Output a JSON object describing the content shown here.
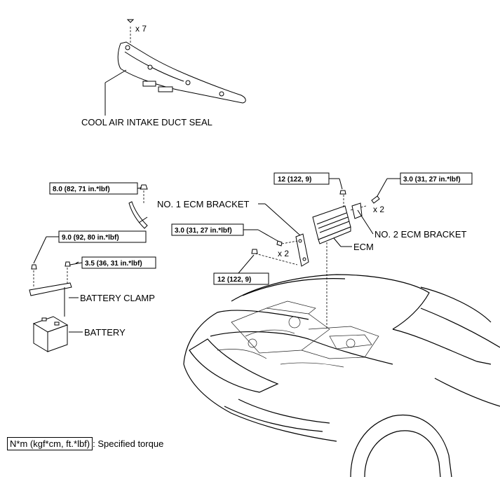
{
  "parts": {
    "cool_air_seal": "COOL AIR INTAKE DUCT SEAL",
    "no1_ecm_bracket": "NO. 1 ECM BRACKET",
    "no2_ecm_bracket": "NO. 2 ECM BRACKET",
    "ecm": "ECM",
    "battery_clamp": "BATTERY CLAMP",
    "battery": "BATTERY"
  },
  "counts": {
    "seal_clips": "x 7",
    "no2_bolts": "x 2",
    "no1_bolts": "x 2"
  },
  "torques": {
    "t_8_0": "8.0 (82, 71 in.*lbf)",
    "t_9_0": "9.0 (92, 80 in.*lbf)",
    "t_3_5": "3.5 (36, 31 in.*lbf)",
    "t_12_top": "12 (122, 9)",
    "t_3_0_right": "3.0 (31, 27 in.*lbf)",
    "t_3_0_left": "3.0 (31, 27 in.*lbf)",
    "t_12_bottom": "12 (122, 9)"
  },
  "legend": {
    "unit": "N*m (kgf*cm, ft.*lbf)",
    "desc": ": Specified torque"
  }
}
